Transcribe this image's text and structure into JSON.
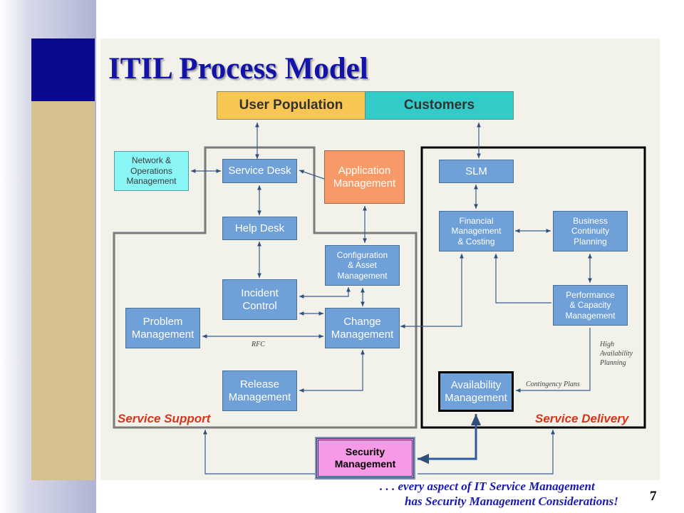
{
  "title": "ITIL Process Model",
  "boxes": {
    "user_population": "User Population",
    "customers": "Customers",
    "network_ops": [
      "Network &",
      "Operations",
      "Management"
    ],
    "service_desk": "Service Desk",
    "application_mgmt": [
      "Application",
      "Management"
    ],
    "slm": "SLM",
    "help_desk": "Help Desk",
    "financial_mgmt": [
      "Financial",
      "Management",
      "& Costing"
    ],
    "business_continuity": [
      "Business",
      "Continuity",
      "Planning"
    ],
    "config_asset": [
      "Configuration",
      "& Asset",
      "Management"
    ],
    "incident_control": [
      "Incident",
      "Control"
    ],
    "problem_mgmt": [
      "Problem",
      "Management"
    ],
    "change_mgmt": [
      "Change",
      "Management"
    ],
    "performance_capacity": [
      "Performance",
      "& Capacity",
      "Management"
    ],
    "release_mgmt": [
      "Release",
      "Management"
    ],
    "availability_mgmt": [
      "Availability",
      "Management"
    ],
    "security_mgmt": [
      "Security",
      "Management"
    ]
  },
  "labels": {
    "rfc": "RFC",
    "high_availability": [
      "High",
      "Availability",
      "Planning"
    ],
    "contingency": "Contingency Plans",
    "service_support": "Service Support",
    "service_delivery": "Service Delivery"
  },
  "footer": {
    "line1": ". . . every aspect of IT Service Management",
    "line2": "has Security Management Considerations!"
  },
  "page_number": "7",
  "colors": {
    "box_blue": "#6fa0d8",
    "user_population": "#f8c653",
    "customers": "#33cbc7",
    "network_ops": "#8af5f5",
    "application": "#f79a68",
    "security": "#f799e6",
    "section_label": "#d6351c",
    "title": "#1313a8"
  }
}
